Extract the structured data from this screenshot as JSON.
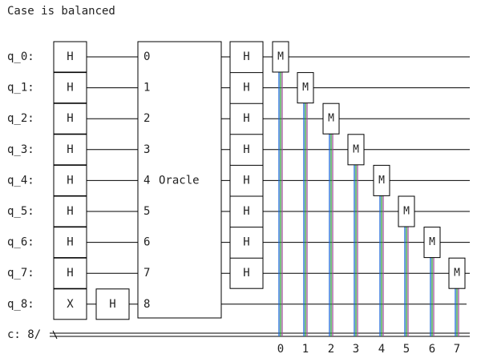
{
  "header": {
    "status_text": "Case is balanced"
  },
  "circuit": {
    "qubits": [
      "q_0:",
      "q_1:",
      "q_2:",
      "q_3:",
      "q_4:",
      "q_5:",
      "q_6:",
      "q_7:",
      "q_8:"
    ],
    "classical_label": "c: 8/",
    "first_column_gates": [
      "H",
      "H",
      "H",
      "H",
      "H",
      "H",
      "H",
      "H",
      "X"
    ],
    "second_gate_q8": "H",
    "oracle": {
      "label": "Oracle",
      "pins": [
        "0",
        "1",
        "2",
        "3",
        "4",
        "5",
        "6",
        "7",
        "8"
      ]
    },
    "post_oracle_gates": [
      "H",
      "H",
      "H",
      "H",
      "H",
      "H",
      "H",
      "H"
    ],
    "measure_label": "M",
    "classical_bits": [
      "0",
      "1",
      "2",
      "3",
      "4",
      "5",
      "6",
      "7"
    ]
  },
  "colors": {
    "line": "#000000",
    "text": "#222222",
    "measure_wire_a": "#1a66d6",
    "measure_wire_b": "#2e9e3a",
    "measure_wire_c": "#a0509a",
    "background": "#ffffff"
  }
}
